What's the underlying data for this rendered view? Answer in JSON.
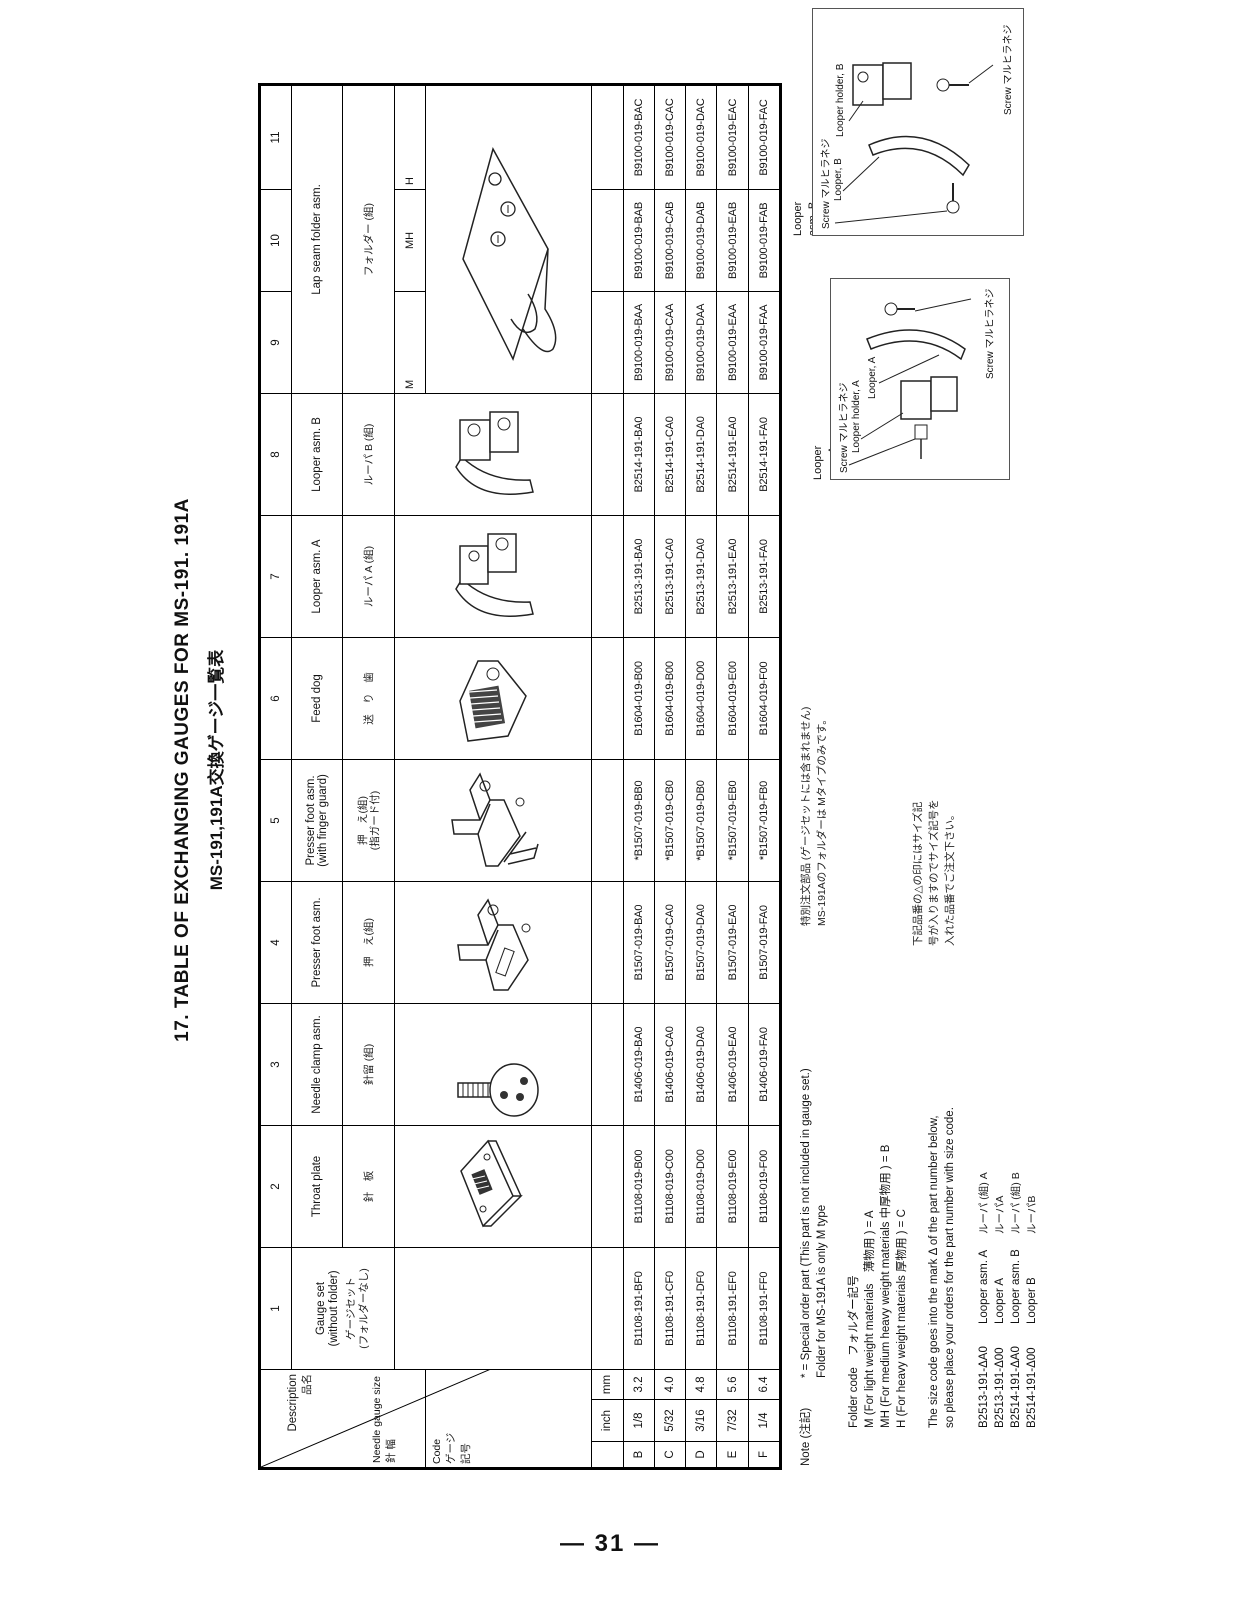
{
  "title": {
    "en": "17. TABLE OF EXCHANGING GAUGES FOR MS-191. 191A",
    "jp": "MS-191,191A交換ゲージ一覧表"
  },
  "table": {
    "col_numbers": [
      "1",
      "2",
      "3",
      "4",
      "5",
      "6",
      "7",
      "8",
      "9",
      "10",
      "11"
    ],
    "description": {
      "en": "Description",
      "jp": "品名"
    },
    "needle_gauge_size": {
      "en": "Needle gauge size",
      "jp": "針 幅"
    },
    "code": {
      "en": "Code",
      "jp1": "ゲージ",
      "jp2": "記号"
    },
    "unit_inch": "inch",
    "unit_mm": "mm",
    "headers": [
      {
        "en": "Gauge set\n(without folder)",
        "jp": "ゲージセット\n(フォルダーなし)"
      },
      {
        "en": "Throat plate",
        "jp": "針　板"
      },
      {
        "en": "Needle clamp asm.",
        "jp": "針留 (組)"
      },
      {
        "en": "Presser foot asm.",
        "jp": "押　え(組)"
      },
      {
        "en": "Presser foot asm.\n(with finger guard)",
        "jp": "押　え(組)\n(指ガード付)"
      },
      {
        "en": "Feed dog",
        "jp": "送　り　歯"
      },
      {
        "en": "Looper asm. A",
        "jp": "ルーパ A (組)"
      },
      {
        "en": "Looper asm. B",
        "jp": "ルーパ B (組)"
      }
    ],
    "folder_header": {
      "en": "Lap seam folder asm.",
      "jp": "フォルダー (組)",
      "sub": [
        "M",
        "MH",
        "H"
      ]
    },
    "icons": [
      "gauge-set-icon",
      "throat-plate-icon",
      "needle-clamp-icon",
      "presser-foot-icon",
      "presser-foot-guard-icon",
      "feed-dog-icon",
      "looper-a-icon",
      "looper-b-icon",
      "folder-icon"
    ],
    "rows": [
      {
        "code": "B",
        "inch": "1/8",
        "mm": "3.2",
        "parts": [
          "B1108-191-BF0",
          "B1108-019-B00",
          "B1406-019-BA0",
          "B1507-019-BA0",
          "*B1507-019-BB0",
          "B1604-019-B00",
          "B2513-191-BA0",
          "B2514-191-BA0",
          "B9100-019-BAA",
          "B9100-019-BAB",
          "B9100-019-BAC"
        ]
      },
      {
        "code": "C",
        "inch": "5/32",
        "mm": "4.0",
        "parts": [
          "B1108-191-CF0",
          "B1108-019-C00",
          "B1406-019-CA0",
          "B1507-019-CA0",
          "*B1507-019-CB0",
          "B1604-019-B00",
          "B2513-191-CA0",
          "B2514-191-CA0",
          "B9100-019-CAA",
          "B9100-019-CAB",
          "B9100-019-CAC"
        ]
      },
      {
        "code": "D",
        "inch": "3/16",
        "mm": "4.8",
        "parts": [
          "B1108-191-DF0",
          "B1108-019-D00",
          "B1406-019-DA0",
          "B1507-019-DA0",
          "*B1507-019-DB0",
          "B1604-019-D00",
          "B2513-191-DA0",
          "B2514-191-DA0",
          "B9100-019-DAA",
          "B9100-019-DAB",
          "B9100-019-DAC"
        ]
      },
      {
        "code": "E",
        "inch": "7/32",
        "mm": "5.6",
        "parts": [
          "B1108-191-EF0",
          "B1108-019-E00",
          "B1406-019-EA0",
          "B1507-019-EA0",
          "*B1507-019-EB0",
          "B1604-019-E00",
          "B2513-191-EA0",
          "B2514-191-EA0",
          "B9100-019-EAA",
          "B9100-019-EAB",
          "B9100-019-EAC"
        ]
      },
      {
        "code": "F",
        "inch": "1/4",
        "mm": "6.4",
        "parts": [
          "B1108-191-FF0",
          "B1108-019-F00",
          "B1406-019-FA0",
          "B1507-019-FA0",
          "*B1507-019-FB0",
          "B1604-019-F00",
          "B2513-191-FA0",
          "B2514-191-FA0",
          "B9100-019-FAA",
          "B9100-019-FAB",
          "B9100-019-FAC"
        ]
      }
    ]
  },
  "notes": {
    "note_label": "Note (注記)",
    "note_star": "* = Special order part (This part is not included in gauge set.)",
    "note_folder": "Folder for MS-191A is only M type",
    "note_jp1": "特別注文部品 (ゲージセットには含まれません)",
    "note_jp2": "MS-191Aのフォルダーは Mタイプのみです。",
    "folder_code_title": "Folder code　フォルダー記号",
    "folder_code_lines": [
      "M (For light weight materials　薄物用 ) = A",
      "MH (For medium heavy weight materials 中厚物用 ) = B",
      "H (For heavy weight materials 厚物用 ) = C"
    ],
    "size_code_en1": "The size code goes into the mark Δ of the part number below,",
    "size_code_en2": "so please place your orders for the part number with size code.",
    "size_code_jp1": "下記品番の△の印にはサイズ記",
    "size_code_jp2": "号が入りますのでサイズ記号を",
    "size_code_jp3": "入れた品番でご注文下さい。",
    "part_list": [
      {
        "no": "B2513-191-ΔA0",
        "en": "Looper asm. A",
        "jp": "ルーパ (組) A"
      },
      {
        "no": "B2513-191-Δ00",
        "en": "Looper A",
        "jp": "ルーパA"
      },
      {
        "no": "B2514-191-ΔA0",
        "en": "Looper asm. B",
        "jp": "ルーパ (組) B"
      },
      {
        "no": "B2514-191-Δ00",
        "en": "Looper B",
        "jp": "ルーパB"
      }
    ]
  },
  "figures": {
    "looper_a": {
      "caption": "Looper asm. A　ルーパ (組) A",
      "screw_left": "Screw マルヒラネジ",
      "holder": "Looper holder, A",
      "looper": "Looper, A",
      "screw_right": "Screw マルヒラネジ"
    },
    "looper_b": {
      "caption": "Looper asm. B　ルーパ (組) B",
      "screw_left": "Screw マルヒラネジ",
      "looper": "Looper, B",
      "holder": "Looper holder, B",
      "screw_right": "Screw マルヒラネジ"
    }
  },
  "page_number": "— 31 —"
}
